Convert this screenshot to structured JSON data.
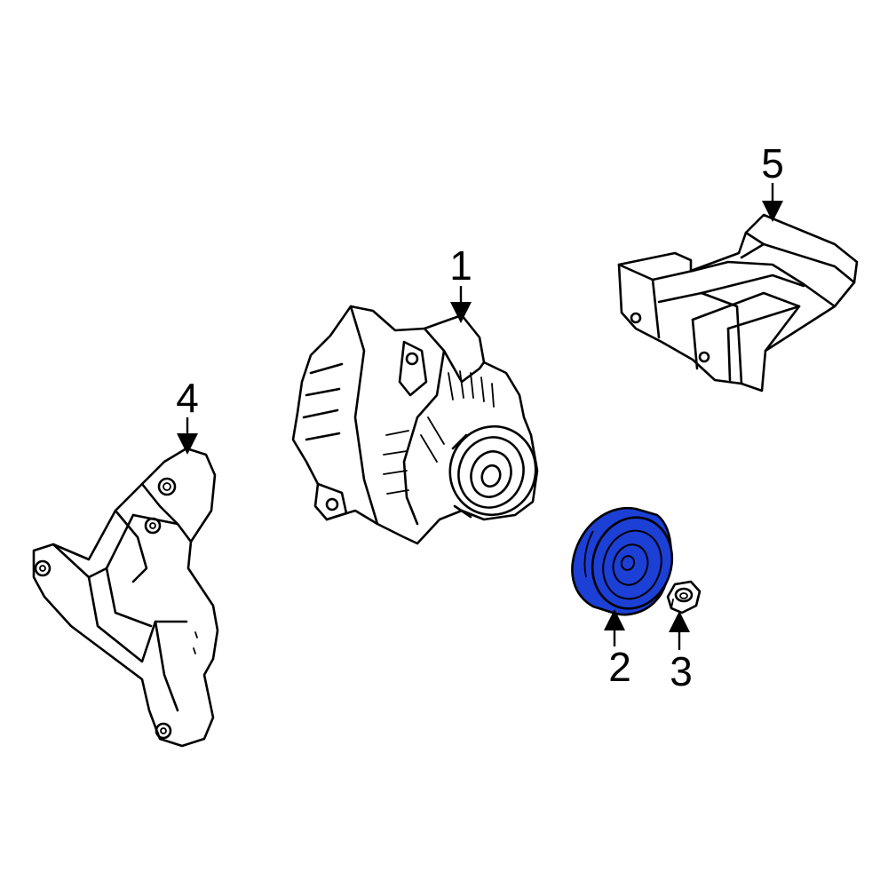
{
  "callouts": {
    "part1": "1",
    "part2": "2",
    "part3": "3",
    "part4": "4",
    "part5": "5"
  },
  "colors": {
    "highlight": "#1c3fd6",
    "line": "#000000",
    "background": "#ffffff"
  },
  "highlighted_part": "2"
}
